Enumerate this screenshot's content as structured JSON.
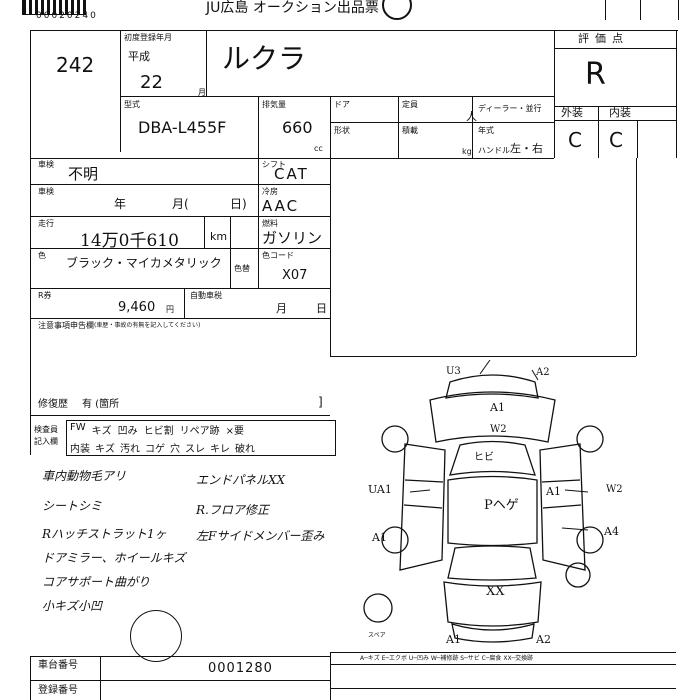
{
  "header": {
    "logo_text": "",
    "serial": "00020240",
    "title": "JU広島 オークション出品票"
  },
  "lot": {
    "number": "242"
  },
  "registration": {
    "label": "初度登録年月",
    "era": "平成",
    "year": "22",
    "month_unit": "月"
  },
  "car_name": {
    "value": "ルクラ"
  },
  "grade_panel": {
    "label": "評価点",
    "score": "R",
    "exterior_label": "外装",
    "interior_label": "内装",
    "exterior": "C",
    "interior": "C"
  },
  "model": {
    "label": "型式",
    "value": "DBA-L455F"
  },
  "displacement": {
    "label": "排気量",
    "value": "660",
    "unit": "cc"
  },
  "spec_labels": {
    "doors": "ドア",
    "capacity": "定員",
    "dealer": "ディーラー・並行",
    "shape": "形状",
    "load": "積載",
    "history": "年式",
    "handle": "ハンドル",
    "handle_value": "左・右",
    "kg": "kg",
    "person": "人"
  },
  "vehicle_inspection": {
    "label": "車検",
    "value": "不明",
    "sub_label": "車検",
    "year_unit": "年",
    "month_unit": "月(",
    "day_unit": "日)"
  },
  "transmission": {
    "label": "シフト",
    "value": "CAT"
  },
  "aircon": {
    "label": "冷房",
    "value": "AAC"
  },
  "mileage": {
    "label": "走行",
    "value": "14万0千610",
    "unit": "km"
  },
  "fuel": {
    "label": "燃料",
    "value": "ガソリン"
  },
  "color": {
    "label": "色",
    "value": "ブラック・マイカメタリック",
    "repaint_label": "色替",
    "code_label": "色コード",
    "code": "X07"
  },
  "recycle": {
    "label": "R券",
    "value": "9,460",
    "unit": "円",
    "expiry_label": "自動車税",
    "month_unit": "月",
    "day_unit": "日"
  },
  "remarks": {
    "label": "注意事項申告欄",
    "sub": "(車歴・事故の有無を記入してください)"
  },
  "repair": {
    "label": "修復歴",
    "value": "有 (箇所",
    "close": "]"
  },
  "inspector_legend": {
    "label1": "検査員",
    "label2": "記入欄",
    "row1": [
      "FW",
      "キズ",
      "凹み",
      "ヒビ割",
      "リペア跡",
      "×要"
    ],
    "row2": [
      "内装",
      "キズ",
      "汚れ",
      "コゲ",
      "穴",
      "スレ",
      "キレ",
      "破れ"
    ]
  },
  "notes_left": [
    "車内動物毛アリ",
    "シートシミ",
    "Rハッチストラット1ヶ",
    "ドアミラー、ホイールキズ",
    "コアサポート曲がり",
    "小キズ小凹"
  ],
  "notes_right": [
    "エンドパネルXX",
    "R.フロア修正",
    "左Fサイドメンバー歪み"
  ],
  "car_marks": {
    "top_front": "U3",
    "top_front_right": "A2",
    "hood": "A1",
    "hood_sub": "W2",
    "windshield": "ヒビ",
    "left_door": "UA1",
    "roof": "Pヘゲ",
    "right_door": "A1",
    "right_door_far": "W2",
    "left_rear": "A1",
    "right_rear": "A4",
    "trunk": "XX",
    "rear_left": "A1",
    "rear_right": "A2",
    "spare": "スペア"
  },
  "legend_bottom": "A─キズ  E─エクボ  U─凹み  W─補修跡  S─サビ  C─腐食  XX─交換跡",
  "bottom": {
    "chassis_label": "車台番号",
    "chassis_value": "0001280",
    "reg_label": "登録番号"
  }
}
